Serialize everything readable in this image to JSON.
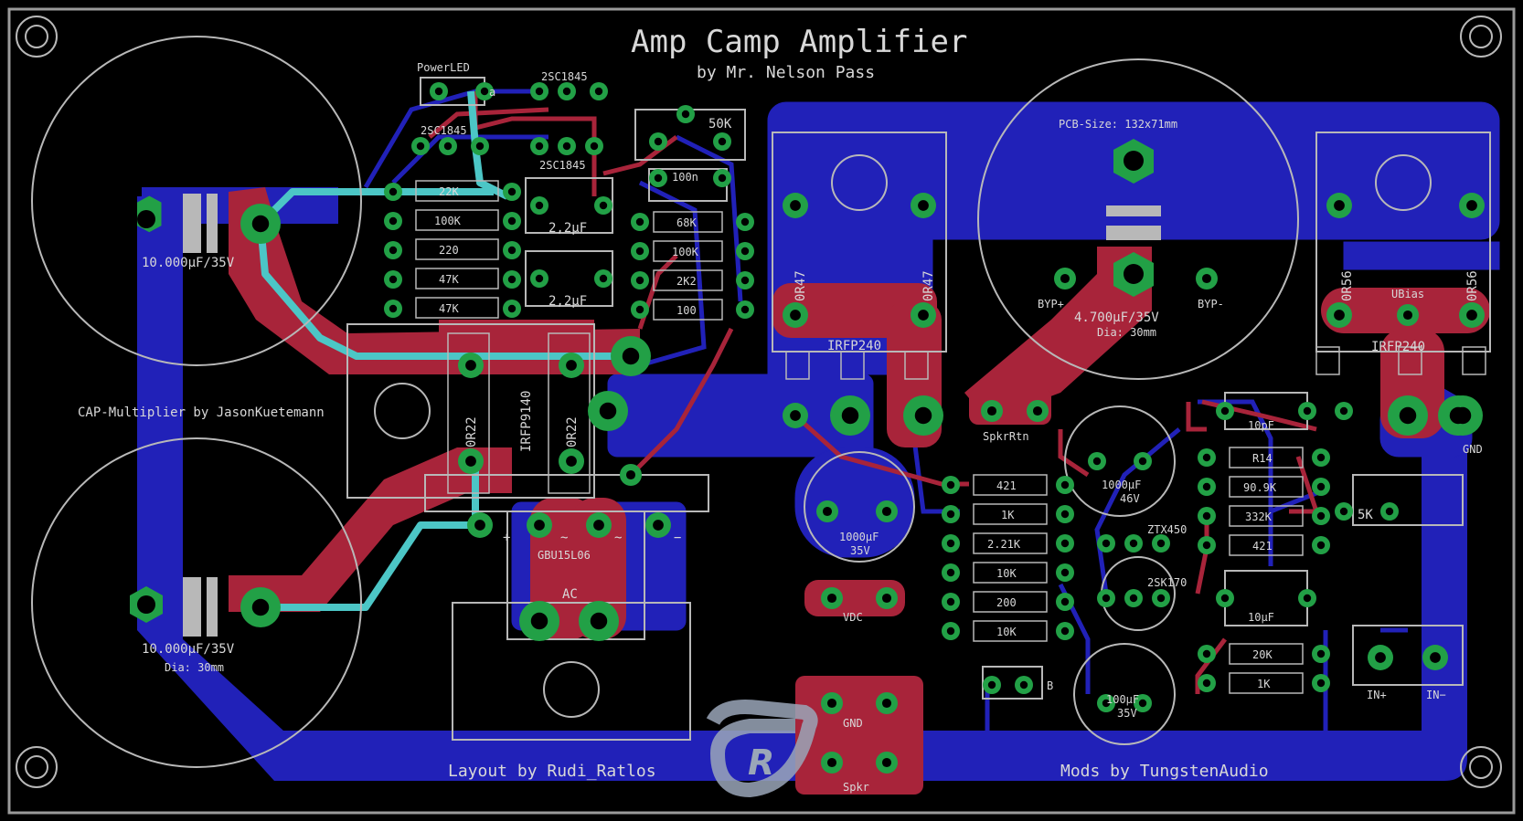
{
  "board": {
    "title": "Amp Camp Amplifier",
    "subtitle": "by Mr. Nelson Pass",
    "pcb_size": "PCB-Size: 132x71mm",
    "cap_multiplier": "CAP-Multiplier by JasonKuetemann",
    "layout_credit": "Layout by  Rudi_Ratlos",
    "mods_credit": "Mods by TungstenAudio",
    "logo_letter": "R"
  },
  "labels": {
    "power_led": "PowerLED",
    "led_a": "a",
    "q_top": "2SC1845",
    "q_mid_left": "2SC1845",
    "q_mid_right": "2SC1845",
    "pot_50k": "50K",
    "r_22k": "22K",
    "r_100k_a": "100K",
    "r_220": "220",
    "r_47k_a": "47K",
    "r_47k_b": "47K",
    "c_2u2_a": "2,2μF",
    "c_2u2_b": "2,2μF",
    "c_100n": "100n",
    "r_68k": "68K",
    "r_100k_b": "100K",
    "r_2k2": "2K2",
    "r_100": "100",
    "cap_10000_top": "10.000μF/35V",
    "cap_10000_bot": "10.000μF/35V",
    "dia_bot": "Dia: 30mm",
    "r22_a": "0R22",
    "r22_b": "0R22",
    "irfp9140": "IRFP9140",
    "bridge": "GBU15L06",
    "ac": "AC",
    "bridge_plus": "+",
    "bridge_minus": "−",
    "bridge_ac1": "~",
    "bridge_ac2": "~",
    "r47_a": "0R47",
    "r47_b": "0R47",
    "irfp240_a": "IRFP240",
    "byp_plus": "BYP+",
    "byp_minus": "BYP-",
    "cap_4700": "4.700μF/35V",
    "dia_mid": "Dia: 30mm",
    "r56_a": "0R56",
    "r56_b": "0R56",
    "ubias": "UBias",
    "irfp240_b": "IRFP240",
    "spkr_rtn": "SpkrRtn",
    "gnd_right": "GND",
    "c_1000_46": "1000μF",
    "c_1000_46v": "46V",
    "c_1000_35": "1000μF",
    "c_1000_35v": "35V",
    "vdc": "VDC",
    "r_421_a": "421",
    "r_1k_a": "1K",
    "r_2k21": "2.21K",
    "r_10k_a": "10K",
    "r_200": "200",
    "r_10k_b": "10K",
    "ztx450": "ZTX450",
    "k170": "2SK170",
    "c_100u": "100μF",
    "c_100u_v": "35V",
    "jp_b": "B",
    "c_10pf": "10pF",
    "r_14": "R14",
    "r_90k9": "90.9K",
    "r_332k": "332K",
    "r_421_b": "421",
    "c_10uf": "10μF",
    "r_20k": "20K",
    "r_1k_b": "1K",
    "pot_5k": "5K",
    "in_plus": "IN+",
    "in_minus": "IN−",
    "gnd_bottom": "GND",
    "spkr": "Spkr"
  },
  "colors": {
    "background": "#000000",
    "top_copper": "#2121b8",
    "bottom_copper": "#a8243a",
    "pad": "#22a046",
    "hole": "#000000",
    "silkscreen": "#d8d8d8",
    "jumper": "#4cc6c6",
    "outline": "#b8b8b8",
    "logo": "#9aa6b8"
  }
}
